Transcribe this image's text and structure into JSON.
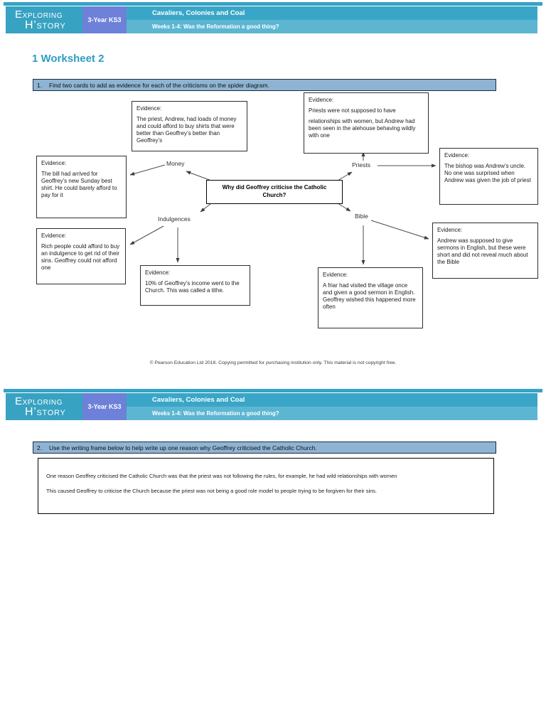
{
  "header": {
    "logo": {
      "line1": "EXPLORING",
      "line2": "H’STORY"
    },
    "badge": "3-Year KS3",
    "title": "Cavaliers, Colonies and Coal",
    "subtitle": "Weeks 1-4: Was the Reformation a good thing?"
  },
  "page1": {
    "worksheet_title": "1 Worksheet 2",
    "task": {
      "number": "1.",
      "text": "Find two cards to add as evidence for each of the criticisms on the spider diagram."
    },
    "diagram": {
      "center_question": "Why did Geoffrey criticise the Catholic Church?",
      "branches": {
        "money": "Money",
        "priests": "Priests",
        "indulgences": "Indulgences",
        "bible": "Bible"
      },
      "evidence_label": "Evidence:",
      "cards": {
        "money_shirts": {
          "text": "The priest, Andrew, had loads of money and could afford to buy shirts that were better than Geoffrey’s better than Geoffrey’s"
        },
        "priests_alehouse": {
          "text": "Priests were not supposed to have",
          "text2": "relationships with women, but Andrew had been seen in the alehouse behaving wildly with one"
        },
        "money_bill": {
          "text": "The bill had arrived for Geoffrey’s new Sunday best shirt. He could barely afford to pay for it"
        },
        "priests_bishop": {
          "text": "The bishop was Andrew’s uncle. No one was surprised when Andrew was given the job of priest"
        },
        "indulgences_rich": {
          "text": "Rich people could afford to buy an indulgence to get rid of their sins. Geoffrey could not afford one"
        },
        "indulgences_tithe": {
          "text": "10% of Geoffrey’s income went to the Church. This was called a tithe."
        },
        "bible_sermons": {
          "text": "Andrew was supposed to give sermons in English, but these were short and did not reveal much about the Bible"
        },
        "bible_friar": {
          "text": "A friar had visited the village once and given a good sermon in English. Geoffrey wished this happened more often"
        }
      }
    },
    "footer": "© Pearson Education Ltd 2018. Copying permitted for purchasing institution only. This material is not copyright free."
  },
  "page2": {
    "task": {
      "number": "2.",
      "text": "Use the writing frame below to help write up one reason why Geoffrey criticised the Catholic Church."
    },
    "writing_frame": {
      "sentence1": "One reason Geoffrey criticised the Catholic Church was that the priest was not following the rules, for example, he had wild relationships with women",
      "sentence2": "This caused Geoffrey to criticise the Church because the priest was not being a good role model to people trying to be forgiven for their sins."
    }
  },
  "colors": {
    "teal_strip": "#35a3c6",
    "logo_bg": "#38a2c2",
    "badge_bg": "#6d81d9",
    "band_title_bg": "#3aa6c7",
    "band_subtitle_bg": "#5cb6d2",
    "task_bar_bg": "#8fb4d3",
    "heading_blue": "#2e9dc4"
  }
}
